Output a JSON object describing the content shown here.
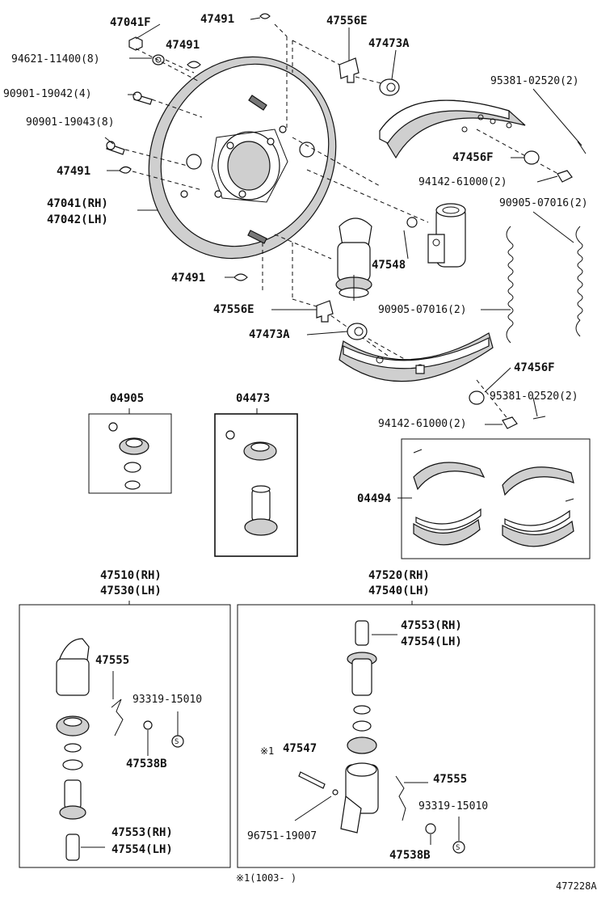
{
  "labels": {
    "p47041f": "47041F",
    "p47491_top": "47491",
    "p47491_b": "47491",
    "p94621": "94621-11400(8)",
    "p90901_42": "90901-19042(4)",
    "p90901_43": "90901-19043(8)",
    "p47491_c": "47491",
    "p47041": "47041(RH)",
    "p47042": "47042(LH)",
    "p47491_d": "47491",
    "p47556e_top": "47556E",
    "p47473a_top": "47473A",
    "p95381_top": "95381-02520(2)",
    "p47456f_top": "47456F",
    "p94142_top": "94142-61000(2)",
    "p90905_top": "90905-07016(2)",
    "p47548": "47548",
    "p47556e_bot": "47556E",
    "p90905_mid": "90905-07016(2)",
    "p47473a_bot": "47473A",
    "p47456f_bot": "47456F",
    "p95381_bot": "95381-02520(2)",
    "p94142_bot": "94142-61000(2)",
    "p04905": "04905",
    "p04473": "04473",
    "p04494": "04494",
    "p47510": "47510(RH)",
    "p47530": "47530(LH)",
    "p47520": "47520(RH)",
    "p47540": "47540(LH)",
    "p47555_l": "47555",
    "p93319_l": "93319-15010",
    "p47538b_l": "47538B",
    "p47553_l": "47553(RH)",
    "p47554_l": "47554(LH)",
    "p47553_r": "47553(RH)",
    "p47554_r": "47554(LH)",
    "p47547_mark": "※1",
    "p47547": "47547",
    "p47555_r": "47555",
    "p93319_r": "93319-15010",
    "p96751": "96751-19007",
    "p47538b_r": "47538B",
    "footnote": "※1(1003-     )",
    "diagram_id": "477228A",
    "s_symbol": "S"
  }
}
